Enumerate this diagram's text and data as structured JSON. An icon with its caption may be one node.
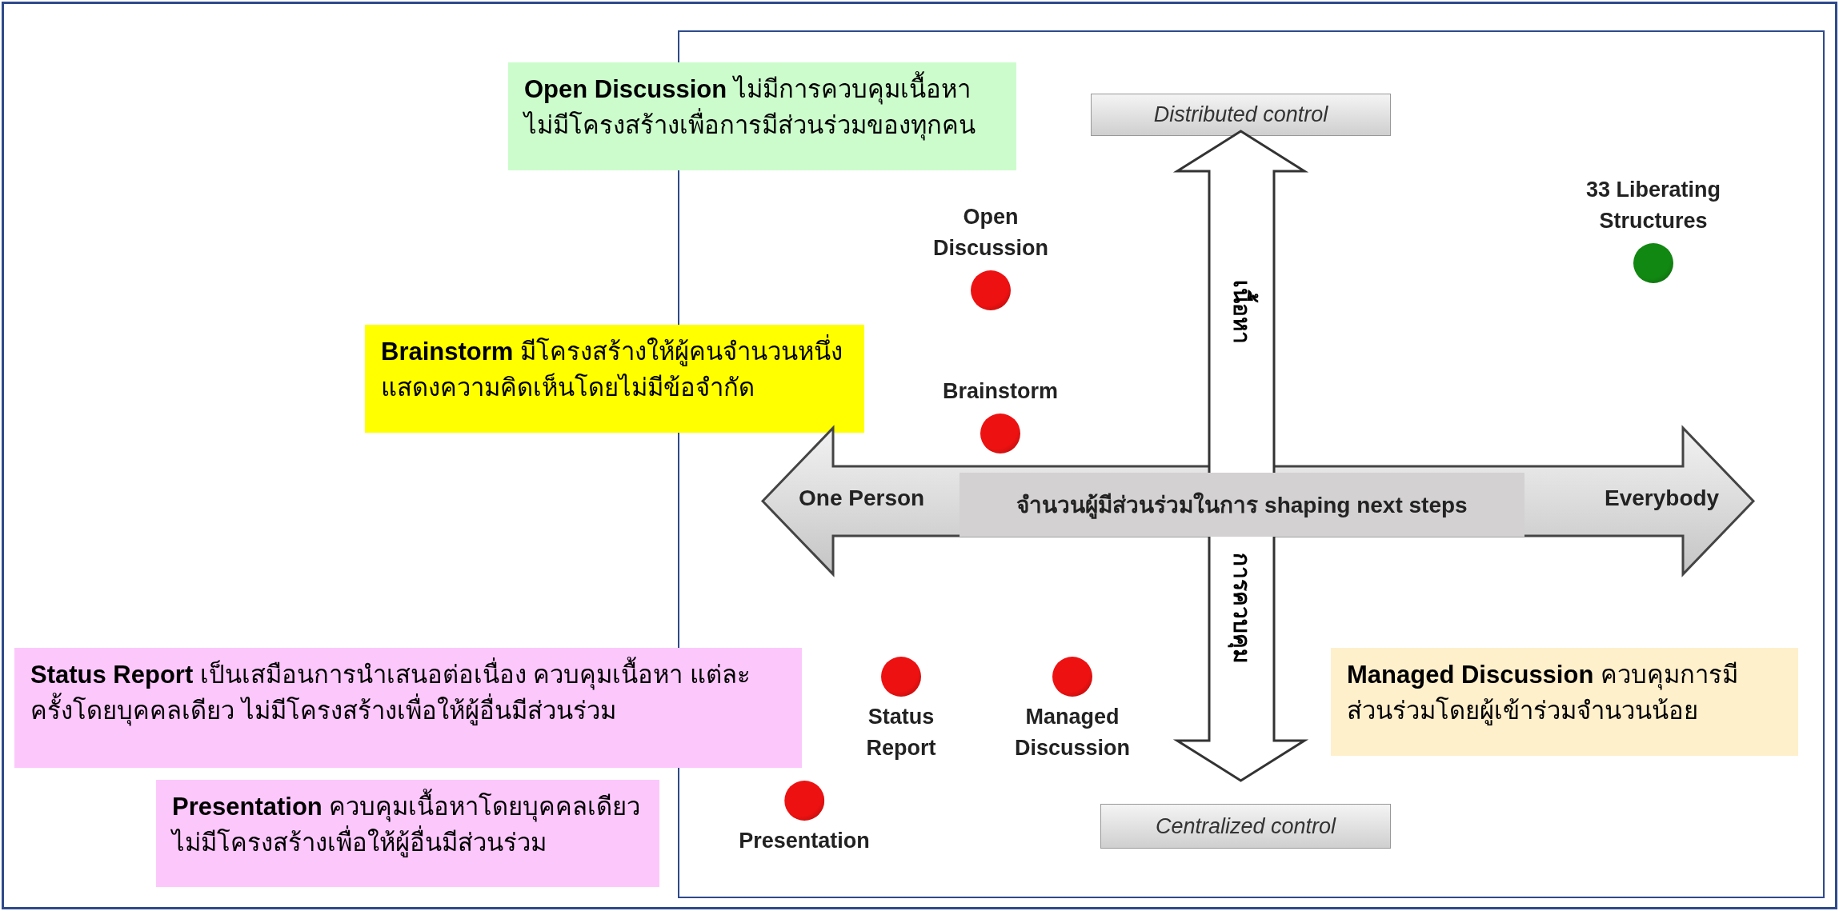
{
  "diagram": {
    "nodes": [
      {
        "text": [
          "**Open Discussion** ไม่มีการควบคุมเนื้อหา ไม่มีโครงสร้างเพื่อการมีส่วนร่วมของทุกคน"
        ]
      },
      {
        "text": [
          "Distributed control"
        ]
      },
      {
        "text": [],
        "shape": "circle",
        "beside": [
          "Open Discussion"
        ]
      },
      {
        "text": [],
        "shape": "circle",
        "beside": [
          "33 Liberating Structures"
        ]
      },
      {
        "text": [
          "**Brainstorm** มีโครงสร้างให้ผู้คนจำนวนหนึ่ง แสดงความคิดเห็นโดยไม่มีข้อจำกัด"
        ]
      },
      {
        "text": [],
        "shape": "circle",
        "beside": [
          "Brainstorm"
        ]
      },
      {
        "text": [
          "One Person",
          "Everybody"
        ]
      },
      {
        "text": [
          "เนื้อหา",
          "การควบคุม"
        ]
      },
      {
        "text": [
          "จำนวนผู้มีส่วนร่วมในการ shaping next steps"
        ],
        "in": 6
      },
      {
        "text": [
          "**Status Report** เป็นเสมือนการนำเสนอต่อเนื่อง ควบคุมเนื้อหา แต่ละครั้งโดยบุคคลเดียว ไม่มีโครงสร้างเพื่อให้ผู้อื่นมีส่วนร่วม"
        ]
      },
      {
        "text": [],
        "shape": "circle",
        "beside": [
          "Status Report"
        ]
      },
      {
        "text": [],
        "shape": "circle",
        "beside": [
          "Managed Discussion"
        ]
      },
      {
        "text": [
          "**Managed Discussion** ควบคุมการมี ส่วนร่วมโดยผู้เข้าร่วมจำนวนน้อย"
        ]
      },
      {
        "text": [
          "**Presentation** ควบคุมเนื้อหาโดยบุคคลเดียว ไม่มีโครงสร้างเพื่อให้ผู้อื่นมีส่วนร่วม"
        ]
      },
      {
        "text": [],
        "shape": "circle",
        "beside": [
          "Presentation"
        ]
      },
      {
        "text": [
          "Centralized control"
        ]
      }
    ]
  }
}
